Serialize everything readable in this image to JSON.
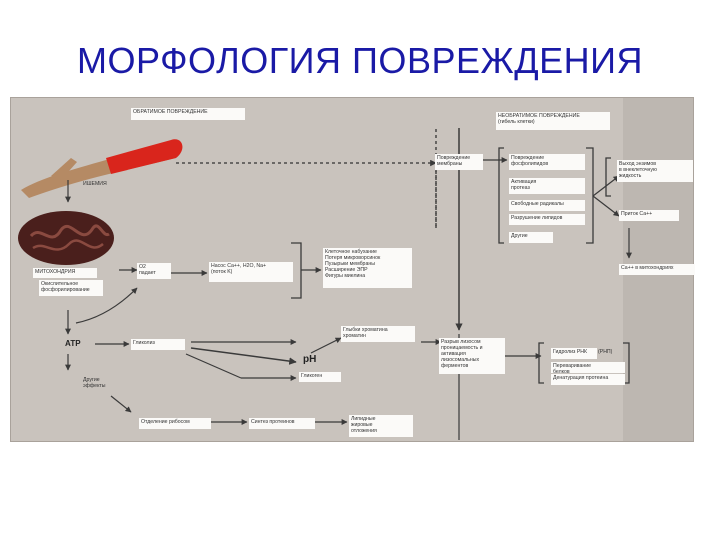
{
  "slide": {
    "title": "МОРФОЛОГИЯ ПОВРЕЖДЕНИЯ"
  },
  "diagram": {
    "reversible_header": "ОБРАТИМОЕ ПОВРЕЖДЕНИЕ",
    "irreversible_header": "НЕОБРАТИМОЕ ПОВРЕЖДЕНИЕ\n(гибель клетки)",
    "ischemia": "ИШЕМИЯ",
    "mitochondria": "МИТОХОНДРИЯ",
    "ox_phos": "Окислительное\nфосфорилирование",
    "o2_decrease": "О2\nпадает",
    "atp": "АТР",
    "pump": "Насос Са++, Н2О, Na+\n(поток K)",
    "cell_swelling": "Клеточное набухание\nПотеря микроворсинок\nПузырьки мембраны\nРасширение ЭПР\nФигуры миелина",
    "glycolysis": "Гликолиз",
    "glycogen": "Глыбки хроматина\nхроматин",
    "ph": "pH",
    "glycogen_decrease": "Гликоген",
    "other_effects": "Другие\nэффекты",
    "ribosome_detachment": "Отделение рибосом",
    "protein_synthesis": "Синтез протеинов",
    "lipid_deposition": "Липидные\nжировые\nотложения",
    "membrane_damage": "Повреждение\nмембраны",
    "phospholipid_damage": "Повреждение\nфосфолипидов",
    "protein_activation": "Активация\nпротеаз",
    "free_radicals": "Свободные радикалы",
    "lipid_breakdown": "Разрушение липидов",
    "other_damage": "Другие",
    "enzyme_leak": "Выход энзимов\nв внеклеточную\nжидкость",
    "calcium_influx": "Приток Са++",
    "mito_calcium": "Са++ в митохондриях",
    "lysosome_rupture": "Разрыв лизосом\nпроницаемость и\nактивация\nлизосомальных\nферментов",
    "rna_breakdown": "Гидролиз РНК",
    "protein_digestion": "Переваривание\nбелков",
    "protein_denaturation": "Денатурация протеина",
    "legend_r": "(РНП)"
  },
  "colors": {
    "title": "#1a1aa6",
    "panel": "#c9c3bd",
    "arrow": "#3a3a3a",
    "artery_red": "#d9251c",
    "mito_dark": "#4a1f1c"
  }
}
